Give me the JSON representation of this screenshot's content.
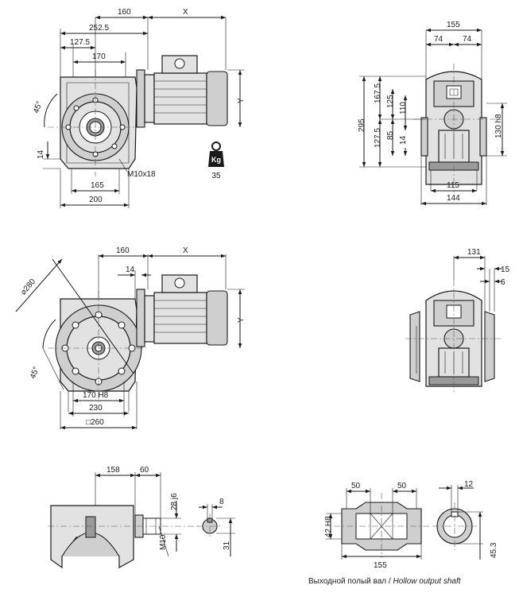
{
  "view_top_left": {
    "d160": "160",
    "dx": "X",
    "d252": "252.5",
    "d127": "127.5",
    "d170": "170",
    "d45": "45°",
    "d14": "14",
    "dy": "Y",
    "m10": "M10x18",
    "d165": "165",
    "d200": "200"
  },
  "weight": {
    "unit": "Kg",
    "value": "35"
  },
  "view_top_right": {
    "d155": "155",
    "d74a": "74",
    "d74b": "74",
    "d295": "295",
    "d1675": "167.5",
    "d125": "125",
    "d110": "110",
    "d1275": "127.5",
    "d85": "85",
    "d14": "14",
    "d130": "130 h8",
    "d115": "115",
    "d144": "144"
  },
  "view_mid_left": {
    "d160": "160",
    "dx": "X",
    "d14": "14",
    "d280": "⌀280",
    "dy": "Y",
    "d45": "45°",
    "d170": "170 H8",
    "d230": "230",
    "d260": "□260"
  },
  "view_mid_right": {
    "d131": "131",
    "d15": "15",
    "d6": "6"
  },
  "view_shaft": {
    "d158": "158",
    "d60": "60",
    "d28": "28 j6",
    "d8": "8",
    "m10": "M10",
    "d31": "31"
  },
  "view_hollow": {
    "d50a": "50",
    "d50b": "50",
    "d42": "42 H8",
    "d155": "155",
    "d12": "12",
    "d453": "45.3"
  },
  "caption": {
    "ru": "Выходной полый вал",
    "sep": " / ",
    "en": "Hollow output shaft"
  }
}
